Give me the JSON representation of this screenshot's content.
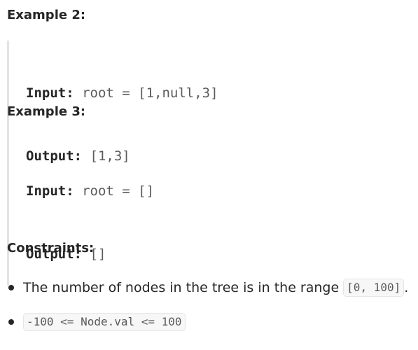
{
  "example2": {
    "heading": "Example 2:",
    "input_label": "Input:",
    "input_value": "root = [1,null,3]",
    "output_label": "Output:",
    "output_value": "[1,3]"
  },
  "example3": {
    "heading": "Example 3:",
    "input_label": "Input:",
    "input_value": "root = []",
    "output_label": "Output:",
    "output_value": "[]"
  },
  "constraints": {
    "heading": "Constraints:",
    "items": [
      {
        "text": "The number of nodes in the tree is in the range",
        "code": "[0, 100]",
        "suffix": "."
      },
      {
        "code": "-100 <= Node.val <= 100"
      }
    ]
  }
}
